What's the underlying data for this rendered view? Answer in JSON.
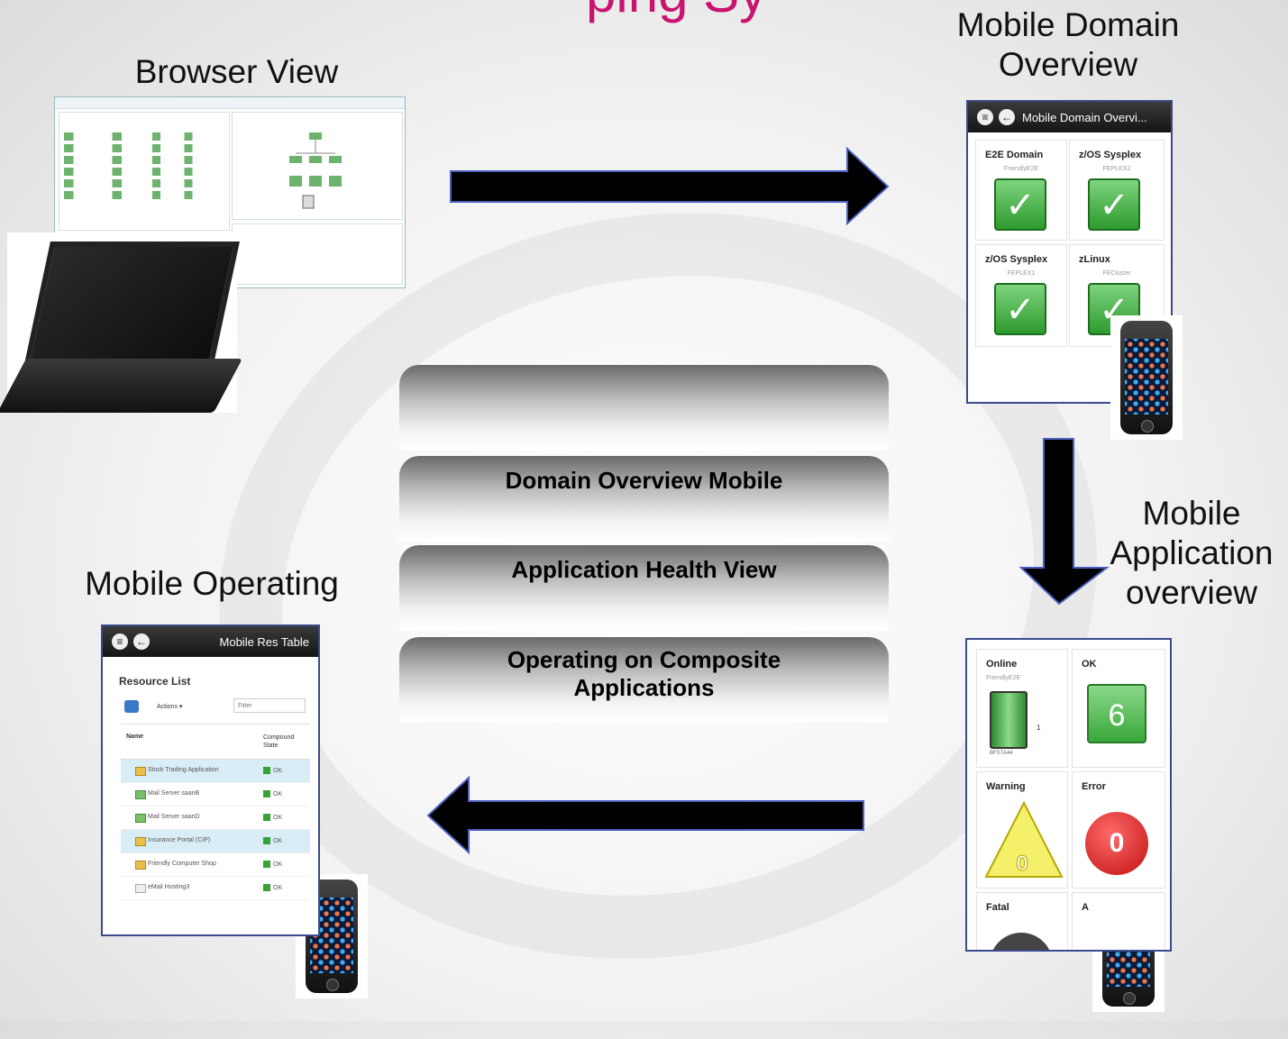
{
  "title_fragment": "ping Sy",
  "labels": {
    "browser_view": "Browser View",
    "mobile_domain_overview_l1": "Mobile Domain",
    "mobile_domain_overview_l2": "Overview",
    "mobile_application_l1": "Mobile",
    "mobile_application_l2": "Application",
    "mobile_application_l3": "overview",
    "mobile_operating": "Mobile Operating"
  },
  "steps": [
    "",
    "Domain Overview Mobile",
    "Application Health View",
    "Operating on Composite Applications"
  ],
  "domain_app": {
    "title": "Mobile Domain Overvi...",
    "tiles": [
      {
        "heading": "E2E Domain",
        "sub": "FriendlyE2E"
      },
      {
        "heading": "z/OS Sysplex",
        "sub": "FEPLEX2"
      },
      {
        "heading": "z/OS Sysplex",
        "sub": "FEPLEX1"
      },
      {
        "heading": "zLinux",
        "sub": "FECluster"
      }
    ]
  },
  "health_app": {
    "online": {
      "heading": "Online",
      "sub": "FriendlyE2E",
      "footer": "BFSTA44",
      "count": "1"
    },
    "ok": {
      "heading": "OK",
      "value": "6"
    },
    "warning": {
      "heading": "Warning",
      "value": "0"
    },
    "error": {
      "heading": "Error",
      "value": "0"
    },
    "fatal": {
      "heading": "Fatal"
    },
    "fifth": {
      "heading": "A"
    }
  },
  "res_table": {
    "title": "Mobile Res Table",
    "heading": "Resource List",
    "actions_label": "Actions",
    "filter_placeholder": "Filter",
    "col_name": "Name",
    "col_state_l1": "Compound",
    "col_state_l2": "State",
    "rows": [
      {
        "name": "Stock Trading Application",
        "state": "OK"
      },
      {
        "name": "Mail Server saanB",
        "state": "OK"
      },
      {
        "name": "Mail Server saanD",
        "state": "OK"
      },
      {
        "name": "Insurance Portal (CIP)",
        "state": "OK"
      },
      {
        "name": "Friendly Computer Shop",
        "state": "OK"
      },
      {
        "name": "eMail Hosting3",
        "state": "OK"
      }
    ]
  },
  "colors": {
    "title": "#c8146e",
    "frame_border": "#3b4a8c",
    "arrow_fill": "#000000",
    "arrow_stroke": "#4a5fbf"
  }
}
